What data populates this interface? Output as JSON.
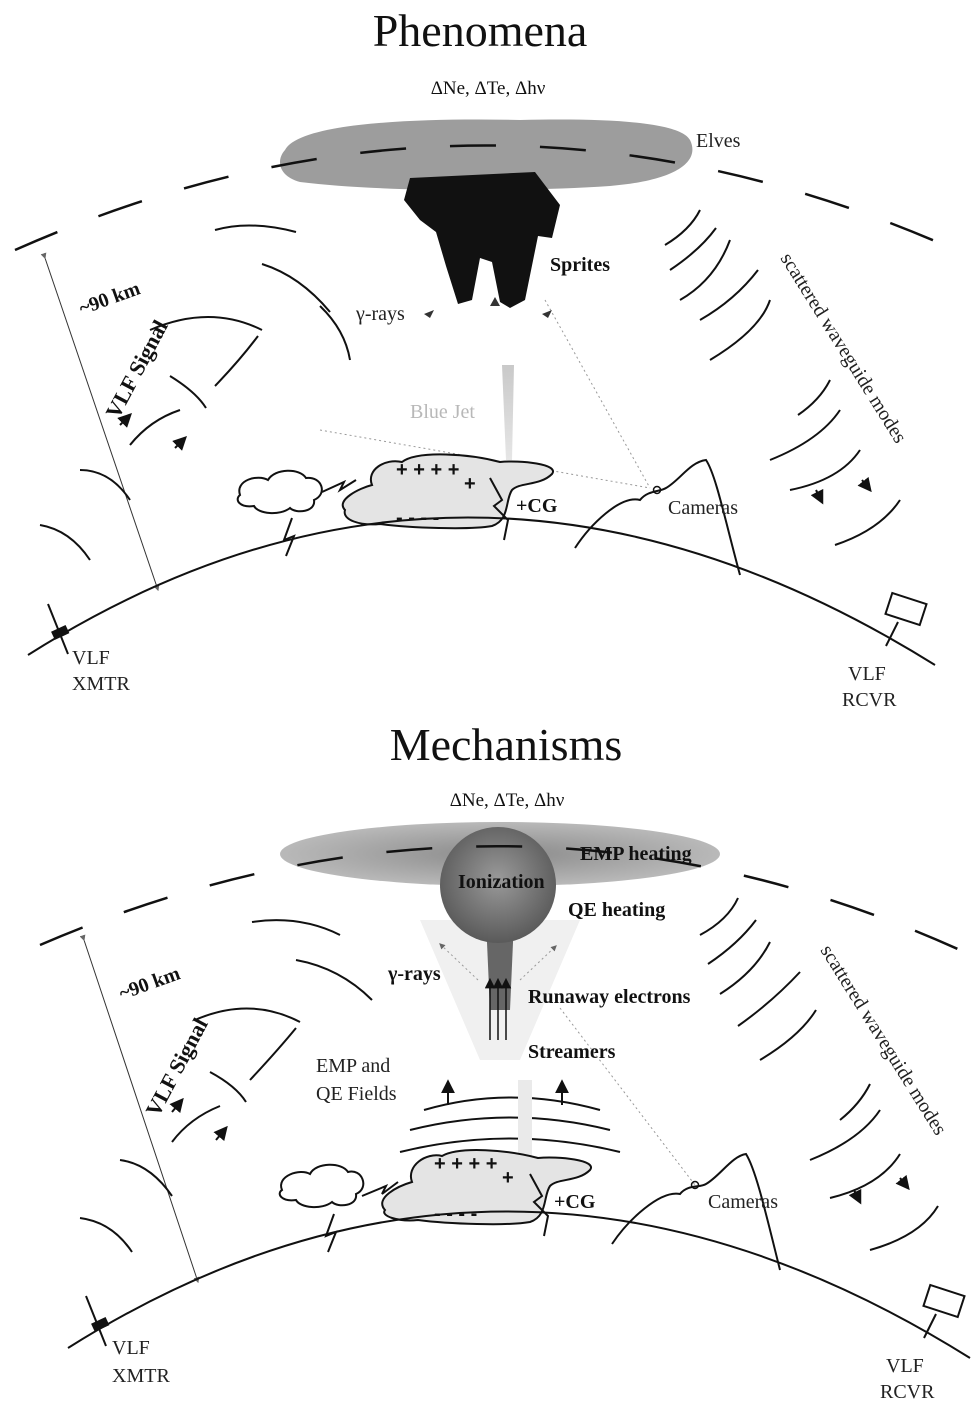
{
  "phenomena": {
    "title": "Phenomena",
    "subtitle": "ΔNe, ΔTe, Δhν",
    "elves": "Elves",
    "sprites": "Sprites",
    "gamma_rays": "γ-rays",
    "blue_jet": "Blue Jet",
    "altitude": "~90 km",
    "vlf_signal": "VLF Signal",
    "scattered": "scattered waveguide modes",
    "cg": "+CG",
    "cameras": "Cameras",
    "xmtr_line1": "VLF",
    "xmtr_line2": "XMTR",
    "rcvr_line1": "VLF",
    "rcvr_line2": "RCVR",
    "charge_plus": "+ + + +",
    "charge_plus2": "+",
    "charge_minus": "- - - -"
  },
  "mechanisms": {
    "title": "Mechanisms",
    "subtitle": "ΔNe, ΔTe, Δhν",
    "emp_heating": "EMP heating",
    "ionization": "Ionization",
    "qe_heating": "QE heating",
    "gamma_rays": "γ-rays",
    "runaway": "Runaway electrons",
    "streamers": "Streamers",
    "emp_fields_line1": "EMP and",
    "emp_fields_line2": "QE  Fields",
    "altitude": "~90 km",
    "vlf_signal": "VLF Signal",
    "scattered": "scattered waveguide modes",
    "cg": "+CG",
    "cameras": "Cameras",
    "xmtr_line1": "VLF",
    "xmtr_line2": "XMTR",
    "rcvr_line1": "VLF",
    "rcvr_line2": "RCVR",
    "charge_plus": "+ + + +",
    "charge_plus2": "+",
    "charge_minus": "- - - -"
  }
}
